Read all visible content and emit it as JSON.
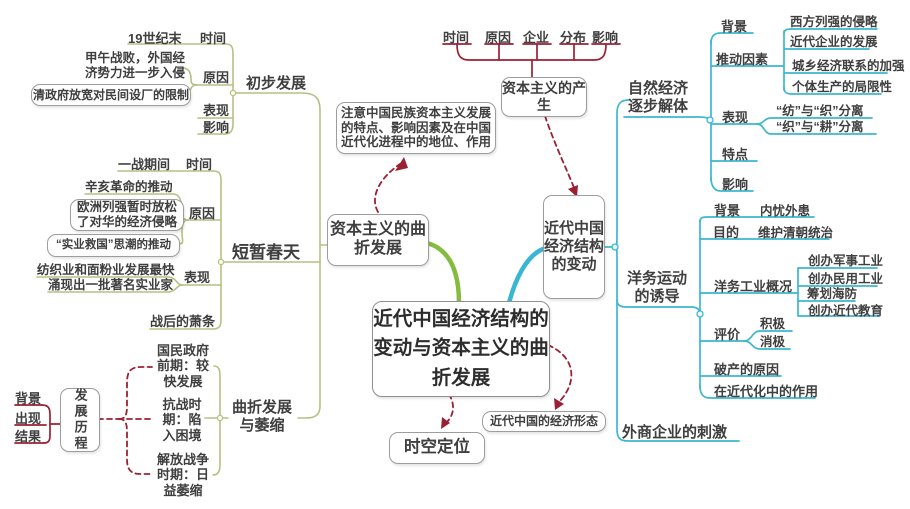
{
  "colors": {
    "maroon": "#9b2033",
    "olive": "#b9bf83",
    "teal": "#3db7cf",
    "green": "#85bc40",
    "text": "#3f3f3f"
  },
  "central": {
    "label": "近代中国经济结构的变动与资本主义的曲折发展"
  },
  "notes": {
    "study_note": "注意中国民族资本主义发展的特点、影响因素及在中国近代化进程中的地位、作用",
    "spacetime": "时空定位",
    "econ_forms": "近代中国的经济形态"
  },
  "production": {
    "label": "资本主义的产生",
    "tags": [
      "时间",
      "原因",
      "企业",
      "分布",
      "影响"
    ]
  },
  "cap": {
    "label": "资本主义的曲折发展",
    "initial": {
      "label": "初步发展",
      "time_tag": "时间",
      "time": "19世纪末",
      "cause_tag": "原因",
      "cause1": "甲午战败，外国经济势力进一步入侵",
      "cause2": "清政府放宽对民间设厂的限制",
      "show_tag": "表现",
      "impact_tag": "影响"
    },
    "spring": {
      "label": "短暂春天",
      "time_tag": "时间",
      "time": "一战期间",
      "cause_tag": "原因",
      "cause1": "辛亥革命的推动",
      "cause2": "欧洲列强暂时放松了对华的经济侵略",
      "cause3": "“实业救国”思潮的推动",
      "show_tag": "表现",
      "show1": "纺织业和面粉业发展最快",
      "show2": "涌现出一批著名实业家",
      "postwar": "战后的萧条"
    },
    "tortuous": {
      "label": "曲折发展与萎缩",
      "periods": [
        "国民政府前期：较快发展",
        "抗战时期：陷入困境",
        "解放战争时期：日益萎缩"
      ],
      "history": {
        "label": "发展历程",
        "tags": [
          "背景",
          "出现",
          "结果"
        ]
      }
    }
  },
  "econ": {
    "label": "近代中国经济结构的变动",
    "natural": {
      "label": "自然经济逐步解体",
      "bg_tag": "背景",
      "factors_tag": "推动因素",
      "factors": [
        "西方列强的侵略",
        "近代企业的发展",
        "城乡经济联系的加强",
        "个体生产的局限性"
      ],
      "show_tag": "表现",
      "shows": [
        "“纺”与“织”分离",
        "“织”与“耕”分离"
      ],
      "feature_tag": "特点",
      "impact_tag": "影响"
    },
    "yangwu": {
      "label": "洋务运动的诱导",
      "bg_tag": "背景",
      "bg": "内忧外患",
      "aim_tag": "目的",
      "aim": "维护清朝统治",
      "overview_tag": "洋务工业概况",
      "overview": [
        "创办军事工业",
        "创办民用工业",
        "筹划海防",
        "创办近代教育"
      ],
      "eval_tag": "评价",
      "evals": [
        "积极",
        "消极"
      ],
      "bankruptcy": "破产的原因",
      "role": "在近代化中的作用"
    },
    "foreign": "外商企业的刺激"
  }
}
